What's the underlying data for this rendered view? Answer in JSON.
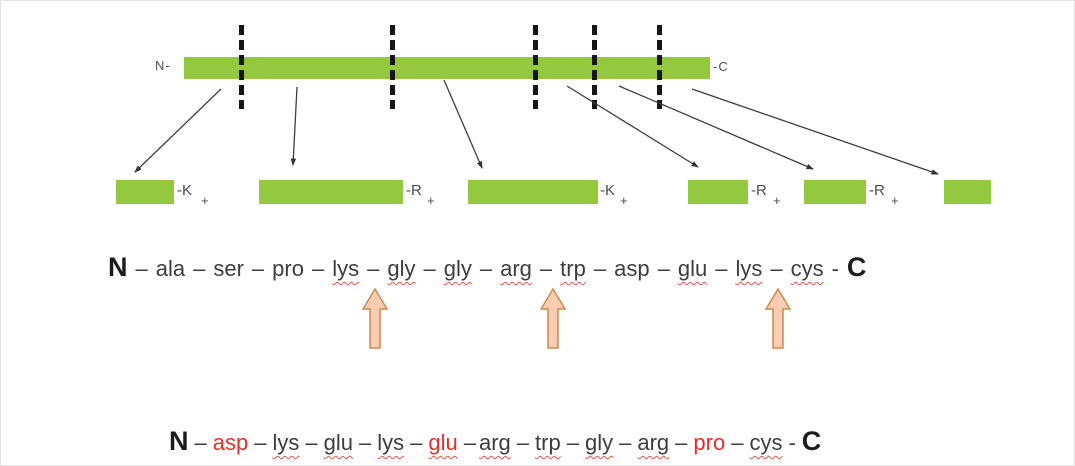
{
  "colors": {
    "green": "#94c83f",
    "arrow_fill": "#f9cdb2",
    "arrow_stroke": "#cd8850",
    "red_text": "#e3302a",
    "squiggle": "#e8544a",
    "line": "#3e3e3e",
    "text": "#3d3d3d"
  },
  "protein": {
    "n_label": "N-",
    "c_label": "-C"
  },
  "fragments": [
    {
      "label": "-K",
      "charge": "+"
    },
    {
      "label": "-R",
      "charge": "+"
    },
    {
      "label": "-K",
      "charge": "+"
    },
    {
      "label": "-R",
      "charge": "+"
    },
    {
      "label": "-R",
      "charge": "+"
    },
    {
      "label": "",
      "charge": ""
    }
  ],
  "sequence_top": {
    "tokens": [
      {
        "t": "N",
        "bold": 1,
        "n": "n-terminus"
      },
      {
        "t": "–",
        "sep": 1
      },
      {
        "t": "ala"
      },
      {
        "t": "–",
        "sep": 1
      },
      {
        "t": "ser"
      },
      {
        "t": "–",
        "sep": 1
      },
      {
        "t": "pro"
      },
      {
        "t": "–",
        "sep": 1
      },
      {
        "t": "lys",
        "u": 1
      },
      {
        "t": "–",
        "sep": 1
      },
      {
        "t": "gly",
        "u": 1
      },
      {
        "t": "–",
        "sep": 1
      },
      {
        "t": "gly",
        "u": 1
      },
      {
        "t": "–",
        "sep": 1
      },
      {
        "t": "arg",
        "u": 1
      },
      {
        "t": "–",
        "sep": 1
      },
      {
        "t": "trp",
        "u": 1
      },
      {
        "t": "–",
        "sep": 1
      },
      {
        "t": "asp"
      },
      {
        "t": "–",
        "sep": 1
      },
      {
        "t": "glu",
        "u": 1
      },
      {
        "t": "–",
        "sep": 1
      },
      {
        "t": "lys",
        "u": 1
      },
      {
        "t": "–",
        "sep": 1
      },
      {
        "t": "cys",
        "u": 1
      },
      {
        "t": "-",
        "sep": 1
      },
      {
        "t": "C",
        "bold": 1,
        "n": "c-terminus"
      }
    ]
  },
  "sequence_bottom": {
    "tokens": [
      {
        "t": "N",
        "bold": 1,
        "n": "n-terminus"
      },
      {
        "t": "–",
        "sep": 1
      },
      {
        "t": "asp",
        "red": 1
      },
      {
        "t": "–",
        "sep": 1
      },
      {
        "t": "lys",
        "u": 1
      },
      {
        "t": "–",
        "sep": 1
      },
      {
        "t": "glu",
        "u": 1
      },
      {
        "t": "–",
        "sep": 1
      },
      {
        "t": "lys",
        "u": 1
      },
      {
        "t": "–",
        "sep": 1
      },
      {
        "t": "glu",
        "red": 1,
        "u": 1
      },
      {
        "t": "–",
        "sep": 1,
        "tight": 1
      },
      {
        "t": "arg",
        "u": 1
      },
      {
        "t": "–",
        "sep": 1
      },
      {
        "t": "trp",
        "u": 1
      },
      {
        "t": "–",
        "sep": 1
      },
      {
        "t": "gly",
        "u": 1
      },
      {
        "t": "–",
        "sep": 1
      },
      {
        "t": "arg",
        "u": 1
      },
      {
        "t": "–",
        "sep": 1
      },
      {
        "t": "pro",
        "red": 1
      },
      {
        "t": "–",
        "sep": 1
      },
      {
        "t": "cys",
        "u": 1
      },
      {
        "t": "-",
        "sep": 1
      },
      {
        "t": "C",
        "bold": 1,
        "n": "c-terminus"
      }
    ]
  }
}
